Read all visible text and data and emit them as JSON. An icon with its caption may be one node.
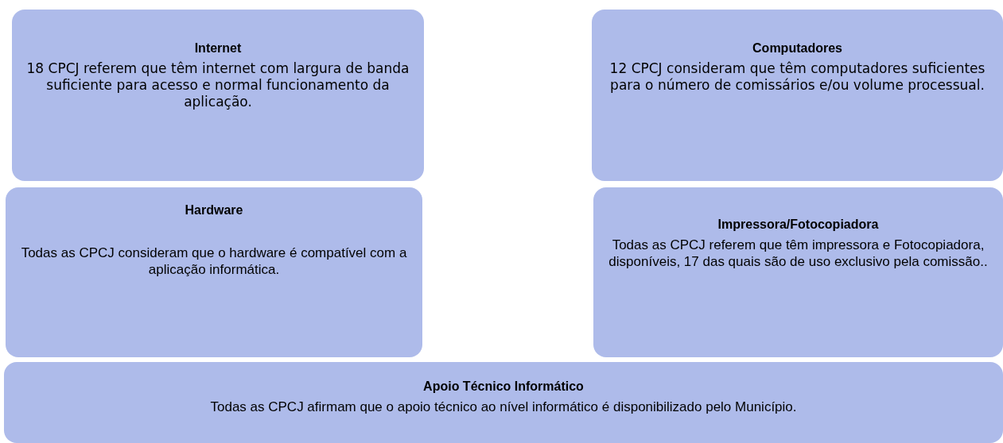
{
  "diagram": {
    "nodes": [
      {
        "text": [
          "Internet",
          "18 CPCJ referem que têm internet com largura de banda suficiente para acesso e normal funcionamento da aplicação."
        ]
      },
      {
        "text": [
          "Computadores",
          "12 CPCJ consideram que têm computadores suficientes para o número de comissários e/ou volume processual."
        ]
      },
      {
        "text": [
          "Hardware",
          "Todas as CPCJ consideram que o hardware é compatível com a aplicação informática."
        ]
      },
      {
        "text": [
          "Impressora/Fotocopiadora",
          "Todas as CPCJ referem que têm impressora e Fotocopiadora, disponíveis, 17 das quais são de uso exclusivo pela comissão.."
        ]
      },
      {
        "text": [
          "Apoio Técnico Informático",
          "Todas as CPCJ afirmam que o apoio técnico ao nível informático é disponibilizado pelo Município."
        ]
      }
    ]
  }
}
